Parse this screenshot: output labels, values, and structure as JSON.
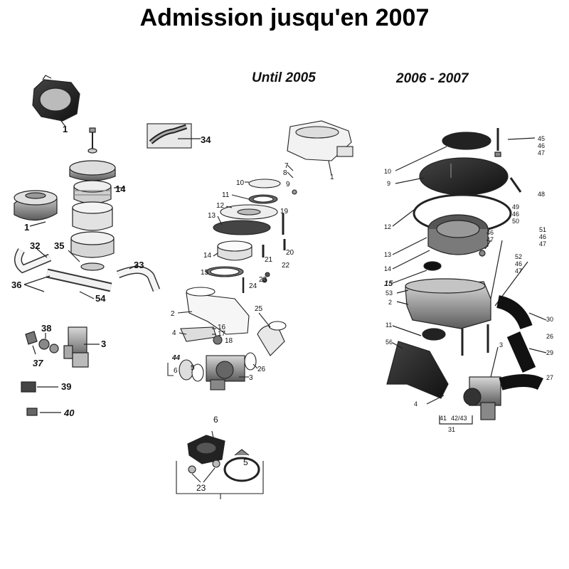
{
  "title": "Admission jusqu'en 2007",
  "sections": {
    "until_2005": "Until 2005",
    "y2006_2007": "2006 - 2007"
  },
  "callouts": {
    "left": [
      "1",
      "34",
      "14",
      "1",
      "32",
      "35",
      "33",
      "36",
      "54",
      "38",
      "37",
      "3",
      "39",
      "40"
    ],
    "middle": [
      "1",
      "7",
      "8",
      "9",
      "10",
      "11",
      "12",
      "19",
      "13",
      "14",
      "20",
      "21",
      "15",
      "22",
      "23",
      "24",
      "2",
      "25",
      "16",
      "17",
      "4",
      "18",
      "44",
      "6",
      "5",
      "26",
      "3",
      "6",
      "5",
      "23"
    ],
    "right": [
      "45",
      "46",
      "47",
      "10",
      "9",
      "48",
      "49",
      "46",
      "50",
      "12",
      "46",
      "47",
      "51",
      "46",
      "47",
      "13",
      "52",
      "46",
      "47",
      "14",
      "15",
      "53",
      "2",
      "30",
      "11",
      "26",
      "3",
      "56",
      "29",
      "27",
      "4",
      "41",
      "42/43",
      "31"
    ]
  }
}
